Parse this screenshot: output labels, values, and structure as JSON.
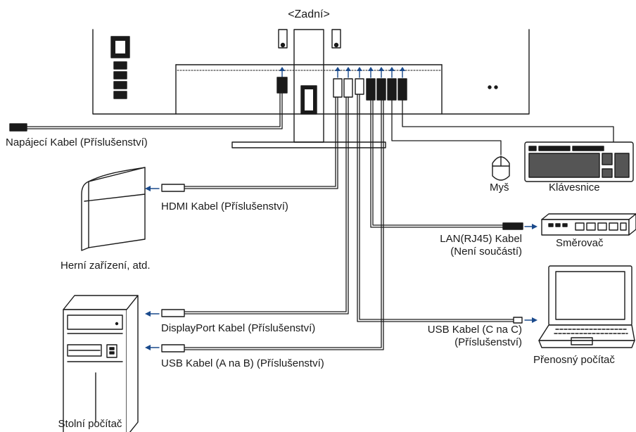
{
  "title": "<Zadní>",
  "labels": {
    "power_cable": "Napájecí Kabel (Příslušenství)",
    "hdmi_cable": "HDMI Kabel (Příslušenství)",
    "game_device": "Herní zařízení, atd.",
    "mouse": "Myš",
    "keyboard": "Klávesnice",
    "lan_cable_line1": "LAN(RJ45) Kabel",
    "lan_cable_line2": "(Není součástí)",
    "router": "Směrovač",
    "displayport_cable": "DisplayPort Kabel (Příslušenství)",
    "usb_c_cable_line1": "USB Kabel (C na C)",
    "usb_c_cable_line2": "(Příslušenství)",
    "usb_ab_cable": "USB Kabel (A na B) (Příslušenství)",
    "laptop": "Přenosný počítač",
    "desktop": "Stolní počítač"
  },
  "colors": {
    "line": "#1a1a1a",
    "arrow": "#1a4a8c",
    "fill": "#ffffff",
    "shade": "#555555"
  }
}
